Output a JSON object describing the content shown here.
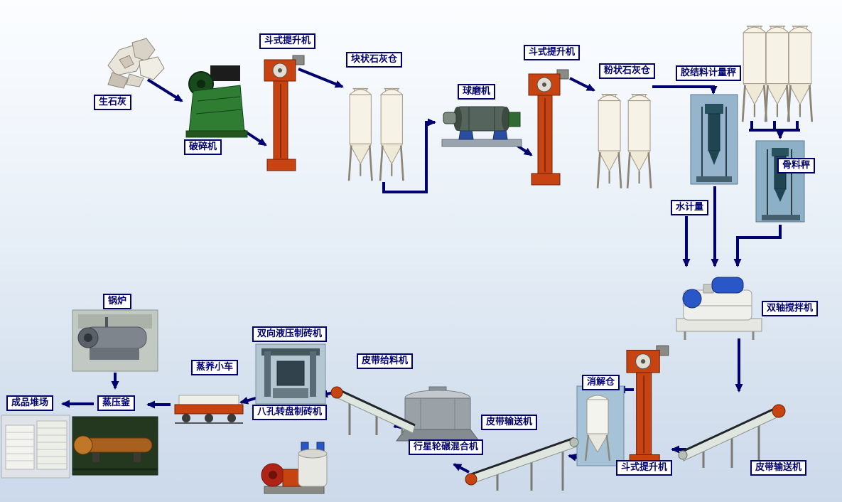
{
  "diagram": {
    "type": "process-flow",
    "colors": {
      "arrow": "#00006e",
      "label_border": "#00006e",
      "label_text": "#00006e",
      "label_bg": "#ffffff",
      "background_top": "#fbfdff",
      "background_bottom": "#ccd9ea",
      "elevator_red": "#c84312",
      "silo_cream": "#f6f2e6",
      "crusher_green": "#2e7d32"
    },
    "nodes": [
      {
        "id": "quicklime",
        "label": "生石灰"
      },
      {
        "id": "crusher",
        "label": "破碎机"
      },
      {
        "id": "bucket-elevator-1",
        "label": "斗式提升机"
      },
      {
        "id": "lump-lime-silo",
        "label": "块状石灰仓"
      },
      {
        "id": "ball-mill",
        "label": "球磨机"
      },
      {
        "id": "bucket-elevator-2",
        "label": "斗式提升机"
      },
      {
        "id": "powder-lime-silo",
        "label": "粉状石灰仓"
      },
      {
        "id": "binder-weigher",
        "label": "胶结料计量秤"
      },
      {
        "id": "aggregate-scale",
        "label": "骨料秤"
      },
      {
        "id": "water-meter",
        "label": "水计量"
      },
      {
        "id": "twin-shaft-mixer",
        "label": "双轴搅拌机"
      },
      {
        "id": "digestion-silo",
        "label": "消解仓"
      },
      {
        "id": "bucket-elevator-3",
        "label": "斗式提升机"
      },
      {
        "id": "belt-conveyor-right",
        "label": "皮带输送机"
      },
      {
        "id": "belt-conveyor-mid",
        "label": "皮带输送机"
      },
      {
        "id": "planetary-mixer",
        "label": "行星轮碾混合机"
      },
      {
        "id": "belt-feeder",
        "label": "皮带给料机"
      },
      {
        "id": "hydraulic-brick-machine",
        "label": "双向液压制砖机"
      },
      {
        "id": "rotary-brick-machine",
        "label": "八孔转盘制砖机"
      },
      {
        "id": "steam-curing-trolley",
        "label": "蒸养小车"
      },
      {
        "id": "autoclave",
        "label": "蒸压釜"
      },
      {
        "id": "boiler",
        "label": "锅炉"
      },
      {
        "id": "product-yard",
        "label": "成品堆场"
      }
    ],
    "edges": [
      {
        "from": "quicklime",
        "to": "crusher"
      },
      {
        "from": "crusher",
        "to": "bucket-elevator-1"
      },
      {
        "from": "bucket-elevator-1",
        "to": "lump-lime-silo"
      },
      {
        "from": "lump-lime-silo",
        "to": "ball-mill"
      },
      {
        "from": "ball-mill",
        "to": "bucket-elevator-2"
      },
      {
        "from": "bucket-elevator-2",
        "to": "powder-lime-silo"
      },
      {
        "from": "powder-lime-silo",
        "to": "binder-weigher"
      },
      {
        "from": "binder-weigher",
        "to": "twin-shaft-mixer"
      },
      {
        "from": "aggregate-silos",
        "to": "aggregate-scale"
      },
      {
        "from": "aggregate-scale",
        "to": "twin-shaft-mixer"
      },
      {
        "from": "water-meter",
        "to": "twin-shaft-mixer"
      },
      {
        "from": "twin-shaft-mixer",
        "to": "belt-conveyor-right"
      },
      {
        "from": "belt-conveyor-right",
        "to": "bucket-elevator-3"
      },
      {
        "from": "bucket-elevator-3",
        "to": "digestion-silo"
      },
      {
        "from": "digestion-silo",
        "to": "belt-conveyor-mid"
      },
      {
        "from": "belt-conveyor-mid",
        "to": "planetary-mixer"
      },
      {
        "from": "planetary-mixer",
        "to": "belt-feeder"
      },
      {
        "from": "belt-feeder",
        "to": "hydraulic-brick-machine"
      },
      {
        "from": "brick-machines",
        "to": "steam-curing-trolley"
      },
      {
        "from": "steam-curing-trolley",
        "to": "autoclave"
      },
      {
        "from": "boiler",
        "to": "autoclave"
      },
      {
        "from": "autoclave",
        "to": "product-yard"
      }
    ]
  }
}
